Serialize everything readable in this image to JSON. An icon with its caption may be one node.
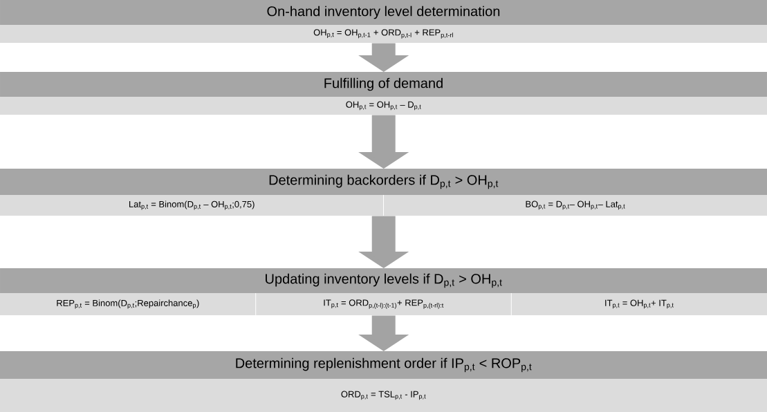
{
  "diagram": {
    "nodes": [
      {
        "text": [
          "On-hand inventory level determination",
          "OH$_{p,t}$ = OH$_{p,t-1}$ + ORD$_{p,t-l}$ + REP$_{p,t-rl}$"
        ]
      },
      {
        "text": [
          "Fulfilling of demand",
          "OH$_{p,t}$ = OH$_{p,t}$ – D$_{p,t}$"
        ]
      },
      {
        "text": [
          "Determining backorders if D$_{p,t}$ > OH$_{p,t}$",
          "Lat$_{p,t}$ = Binom(D$_{p,t}$ – OH$_{p,t}$;0,75)",
          "BO$_{p,t}$ = D$_{p,t}$– OH$_{p,t}$– Lat$_{p,t}$"
        ]
      },
      {
        "text": [
          "Updating inventory levels if D$_{p,t}$ > OH$_{p,t}$",
          "REP$_{p,t}$ = Binom(D$_{p,t}$;Repairchance$_{p}$)",
          "IT$_{p,t}$ = ORD$_{p,(t-l):(t-1)}$+ REP$_{p,(t-rl):t}$",
          "IT$_{p,t}$ = OH$_{p,t}$+ IT$_{p,t}$"
        ]
      },
      {
        "text": [
          "Determining replenishment order if IP$_{p,t}$ < ROP$_{p,t}$",
          "ORD$_{p,t}$ = TSL$_{p,t}$ - IP$_{p,t}$"
        ]
      }
    ],
    "edges": [
      {
        "from": 0,
        "to": 1,
        "arrow": "to"
      },
      {
        "from": 1,
        "to": 2,
        "arrow": "to"
      },
      {
        "from": 2,
        "to": 3,
        "arrow": "to"
      },
      {
        "from": 3,
        "to": 4,
        "arrow": "to"
      }
    ]
  }
}
